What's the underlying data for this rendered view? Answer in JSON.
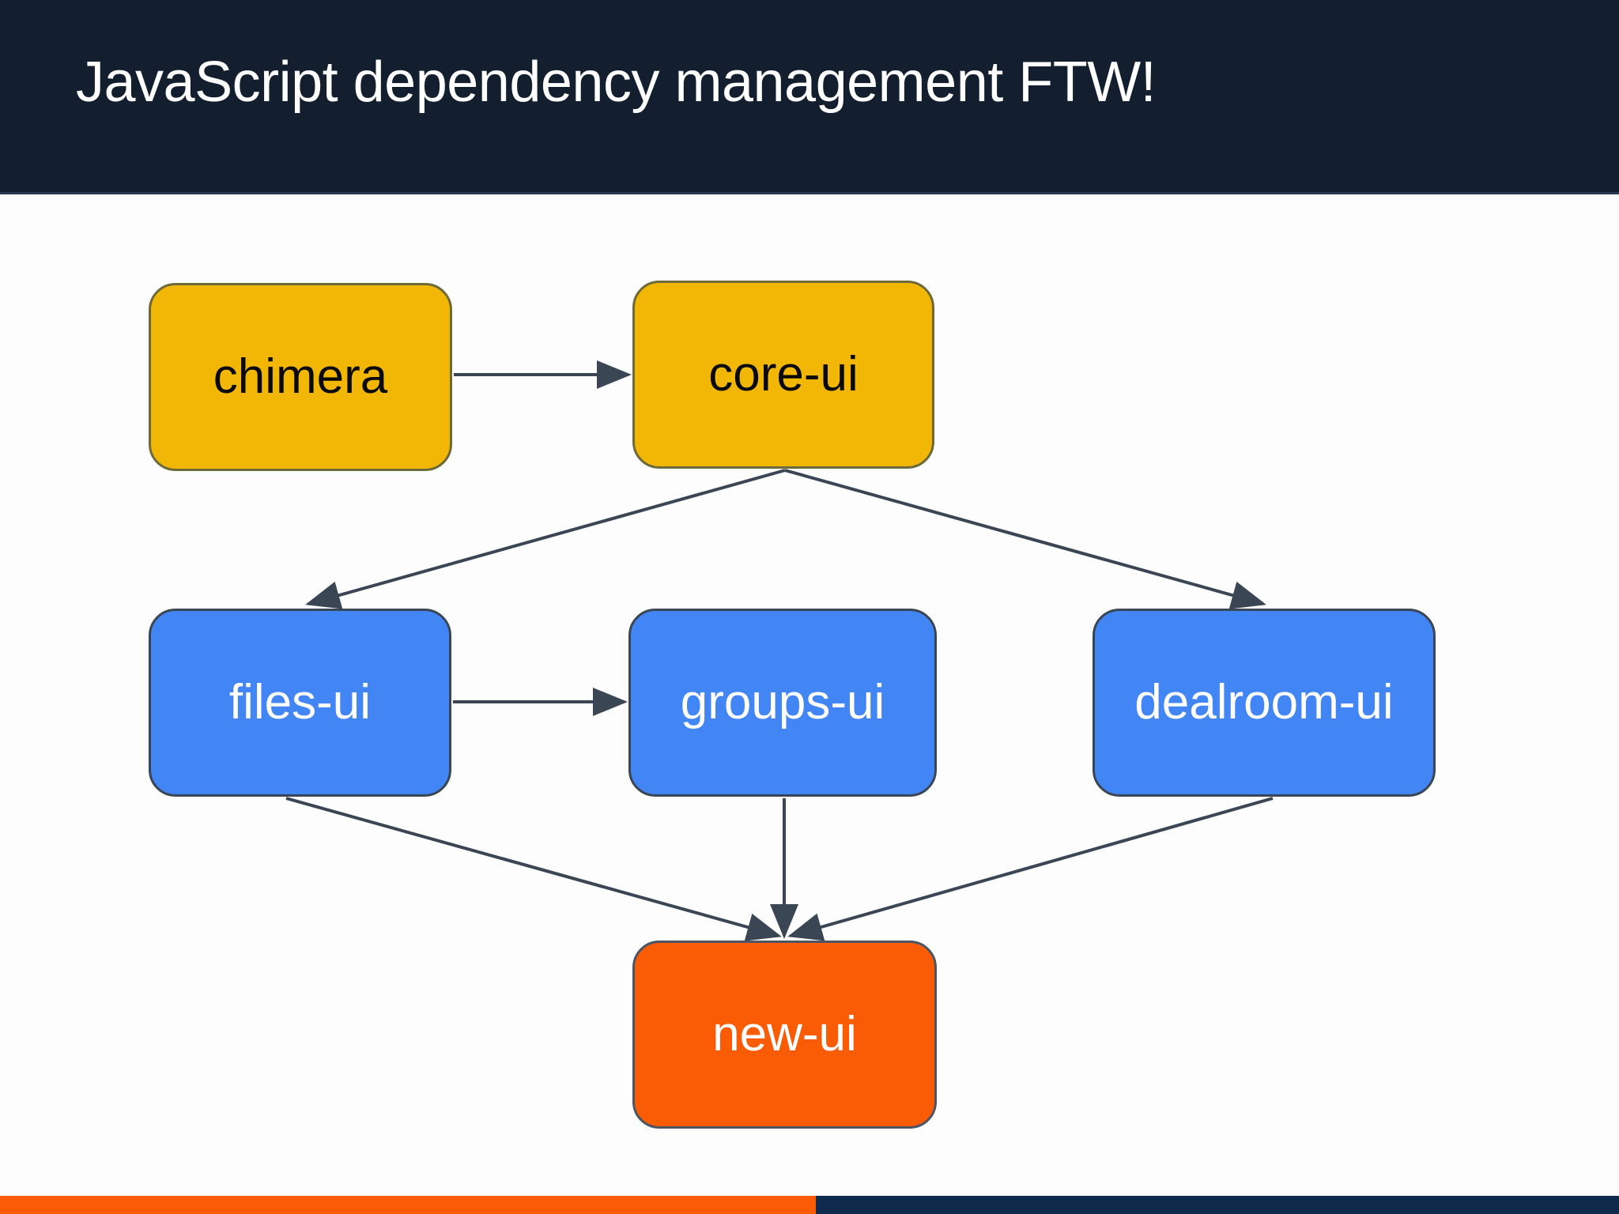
{
  "header": {
    "title": "JavaScript dependency management FTW!",
    "background_color": "#131E2F",
    "text_color": "#FFFFFF"
  },
  "footer": {
    "accent_left_color": "#FB5B05",
    "accent_right_color": "#0E2A4D"
  },
  "colors": {
    "amber": "#F2B705",
    "blue": "#4285F4",
    "orange": "#FA5C05",
    "edge": "#3B4654",
    "canvas": "#FDFDFD"
  },
  "diagram": {
    "type": "dependency-graph",
    "nodes": [
      {
        "id": "chimera",
        "label": "chimera",
        "tier": 1,
        "color": "#F2B705",
        "text_color": "#0A0A0A"
      },
      {
        "id": "core-ui",
        "label": "core-ui",
        "tier": 1,
        "color": "#F2B705",
        "text_color": "#0A0A0A"
      },
      {
        "id": "files-ui",
        "label": "files-ui",
        "tier": 2,
        "color": "#4285F4",
        "text_color": "#FFFFFF"
      },
      {
        "id": "groups-ui",
        "label": "groups-ui",
        "tier": 2,
        "color": "#4285F4",
        "text_color": "#FFFFFF"
      },
      {
        "id": "dealroom-ui",
        "label": "dealroom-ui",
        "tier": 2,
        "color": "#4285F4",
        "text_color": "#FFFFFF"
      },
      {
        "id": "new-ui",
        "label": "new-ui",
        "tier": 3,
        "color": "#FA5C05",
        "text_color": "#FFFFFF"
      }
    ],
    "edges": [
      {
        "from": "chimera",
        "to": "core-ui",
        "style": "arrow"
      },
      {
        "from": "core-ui",
        "to": "files-ui",
        "style": "arrow"
      },
      {
        "from": "core-ui",
        "to": "dealroom-ui",
        "style": "arrow"
      },
      {
        "from": "files-ui",
        "to": "groups-ui",
        "style": "arrow"
      },
      {
        "from": "files-ui",
        "to": "new-ui",
        "style": "arrow"
      },
      {
        "from": "groups-ui",
        "to": "new-ui",
        "style": "arrow"
      },
      {
        "from": "dealroom-ui",
        "to": "new-ui",
        "style": "arrow"
      }
    ]
  }
}
